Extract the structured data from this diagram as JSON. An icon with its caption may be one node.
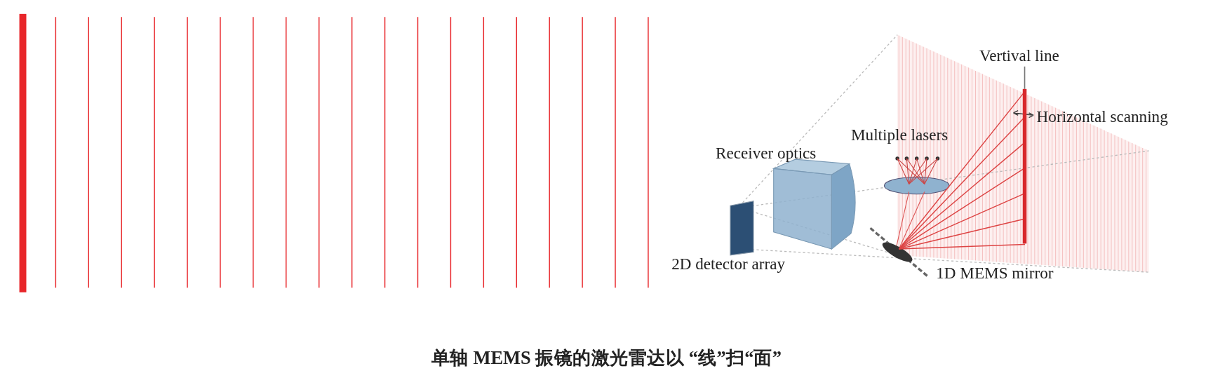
{
  "diagram": {
    "caption": "单轴 MEMS 振镜的激光雷达以 “线”扫“面”",
    "nodes": [
      {
        "text": [
          "Vertival line"
        ]
      },
      {
        "text": [],
        "shape": "bar"
      }
    ],
    "edges": [
      {
        "from": 0,
        "to": 1,
        "arrow": "none"
      }
    ],
    "labels": [
      "Horizontal scanning",
      "Multiple lasers",
      "Receiver optics",
      "2D detector array",
      "1D MEMS mirror"
    ]
  }
}
